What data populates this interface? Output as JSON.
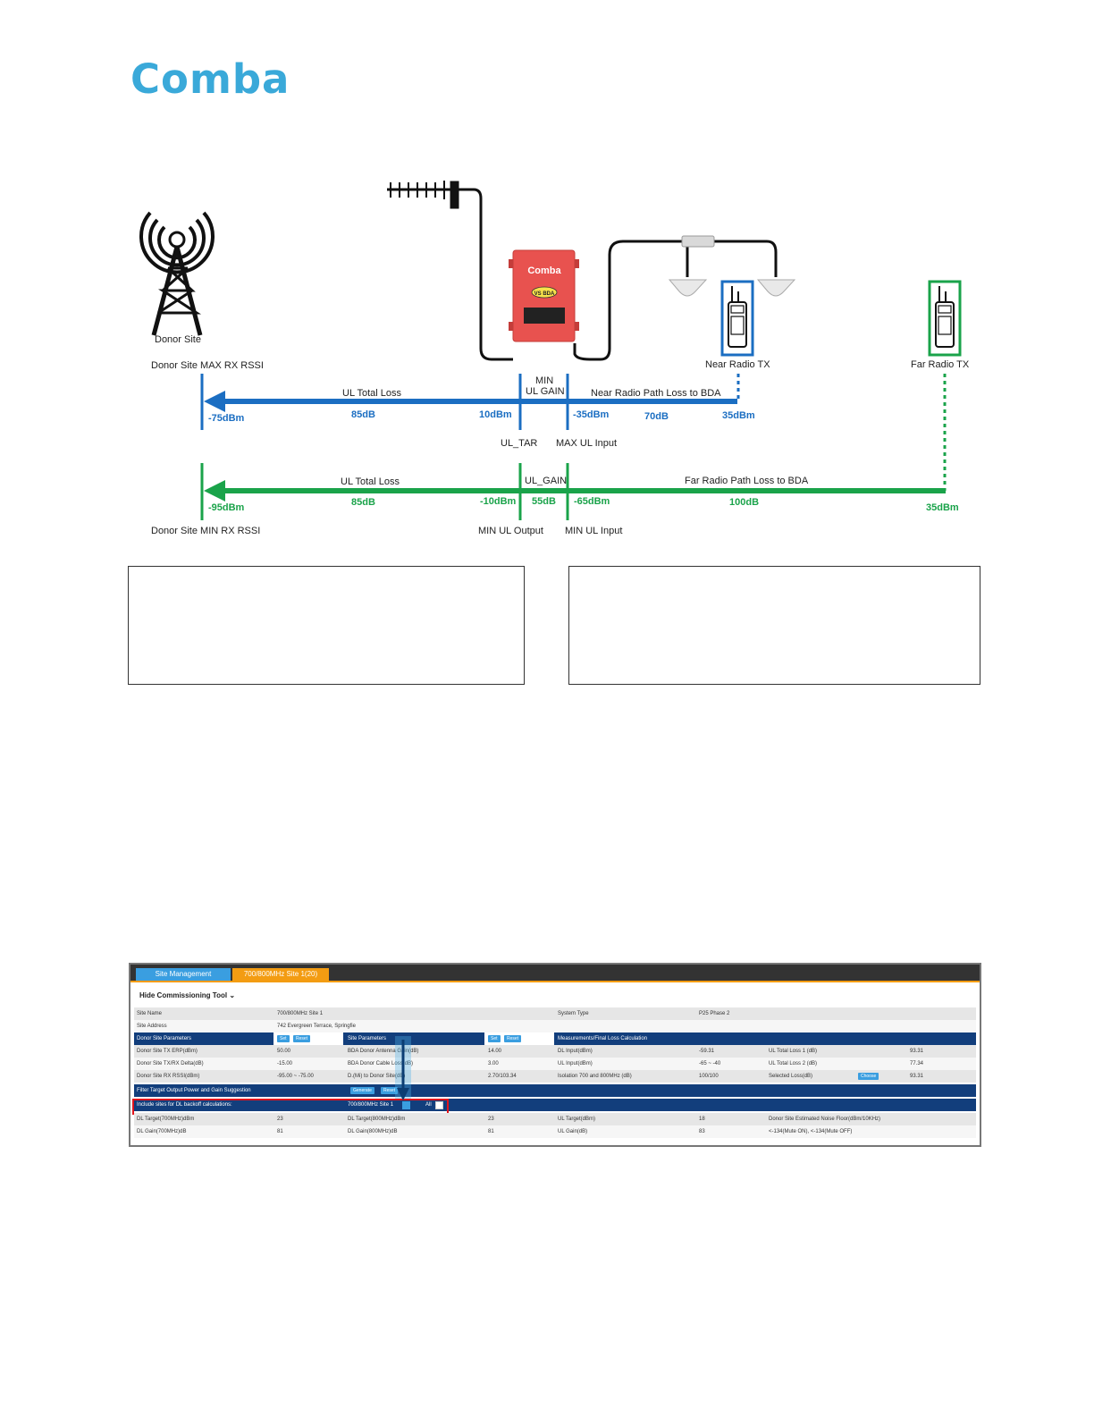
{
  "header": {
    "logo_text": "Comba"
  },
  "diagram": {
    "device_brand": "Comba",
    "device_badge": "VS BDA",
    "labels": {
      "donor_site": "Donor Site",
      "donor_max_rssi": "Donor Site MAX RX RSSI",
      "donor_min_rssi": "Donor Site MIN RX RSSI",
      "near_radio": "Near Radio TX",
      "far_radio": "Far Radio TX",
      "min_ul_gain_1": "MIN",
      "min_ul_gain_2": "UL GAIN",
      "ul_total_loss_top": "UL Total Loss",
      "near_path_loss": "Near Radio Path Loss to BDA",
      "ul_tar": "UL_TAR",
      "max_ul_input": "MAX UL Input",
      "ul_total_loss_bottom": "UL Total Loss",
      "ul_gain": "UL_GAIN",
      "far_path_loss": "Far Radio Path Loss to BDA",
      "min_ul_output": "MIN UL Output",
      "min_ul_input": "MIN UL Input"
    },
    "top_values": {
      "rssi": "-75dBm",
      "loss": "85dB",
      "tar": "10dBm",
      "input": "-35dBm",
      "path": "70dB",
      "tx": "35dBm"
    },
    "bottom_values": {
      "rssi": "-95dBm",
      "loss": "85dB",
      "output": "-10dBm",
      "gain": "55dB",
      "input": "-65dBm",
      "path": "100dB",
      "tx": "35dBm"
    },
    "colors": {
      "blue": "#1b6ec2",
      "green": "#1aa34a",
      "device_red": "#e8524f"
    }
  },
  "screenshot": {
    "tabs": [
      "Site Management",
      "700/800MHz Site 1(20)"
    ],
    "hide_tool": "Hide Commissioning Tool",
    "rows": {
      "site_name": {
        "label": "Site Name",
        "value": "700/800MHz Site 1",
        "label2": "System Type",
        "value2": "P25 Phase 2"
      },
      "site_address": {
        "label": "Site Address",
        "value": "742 Evergreen Terrace, Springfie"
      },
      "params": {
        "donor": "Donor Site Parameters",
        "site": "Site Parameters",
        "meas": "Measurements/Final Loss Calculation",
        "set": "Set",
        "reset": "Reset"
      },
      "r1": {
        "a": "Donor Site TX ERP(dBm)",
        "av": "50.00",
        "b": "BDA Donor Antenna Gain(dB)",
        "bv": "14.00",
        "c": "DL Input(dBm)",
        "cv": "-59.31",
        "d": "UL Total Loss 1 (dB)",
        "dv": "93.31"
      },
      "r2": {
        "a": "Donor Site TX/RX Delta(dB)",
        "av": "-15.00",
        "b": "BDA Donor Cable Loss(dB)",
        "bv": "3.00",
        "c": "UL Input(dBm)",
        "cv": "-65 ~ -40",
        "d": "UL Total Loss 2 (dB)",
        "dv": "77.34"
      },
      "r3": {
        "a": "Donor Site RX RSSI(dBm)",
        "av": "-95.00 ~ -75.00",
        "b": "D.(Mi) to Donor Site(dB)",
        "bv": "2.70/103.34",
        "c": "Isolation 700 and 800MHz (dB)",
        "cv": "100/100",
        "d": "Selected Loss(dB)",
        "dv": "93.31",
        "choose": "Choose"
      },
      "filter": {
        "label": "Filter Target Output Power and Gain Suggestion",
        "generate": "Generate",
        "reset": "Reset"
      },
      "include": {
        "label": "Include sites for DL backoff calculations:",
        "site": "700/800MHz Site 1",
        "all": "All"
      },
      "r4": {
        "a": "DL Target(700MHz)dBm",
        "av": "23",
        "b": "DL Target(800MHz)dBm",
        "bv": "23",
        "c": "UL Target(dBm)",
        "cv": "18",
        "d": "Donor Site Estimated Noise Floor(dBm/10KHz)"
      },
      "r5": {
        "a": "DL Gain(700MHz)dB",
        "av": "81",
        "b": "DL Gain(800MHz)dB",
        "bv": "81",
        "c": "UL Gain(dB)",
        "cv": "83",
        "d": "<-134(Mute ON), <-134(Mute OFF)"
      }
    }
  }
}
